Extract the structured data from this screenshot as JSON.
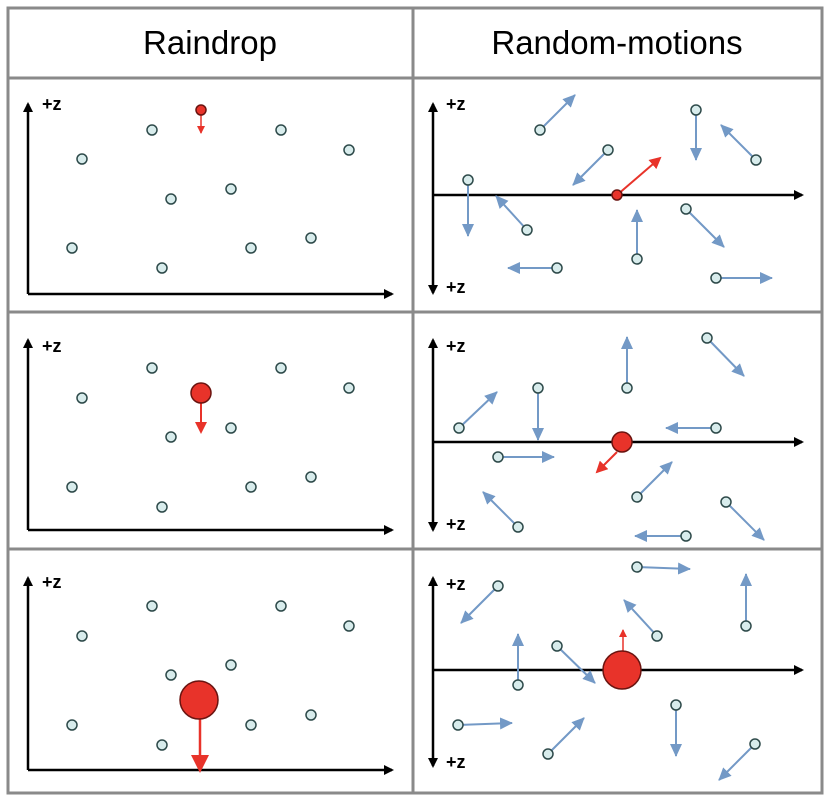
{
  "headers": {
    "left": "Raindrop",
    "right": "Random-motions"
  },
  "axis_label": "+z",
  "colors": {
    "particle_fill": "#d8ecec",
    "particle_stroke": "#2e4a4a",
    "drop_fill": "#e8332a",
    "drop_stroke": "#6a1410",
    "motion_arrow": "#7399c6",
    "drop_arrow": "#e8332a",
    "grid_line": "#8a8a8a",
    "axis": "#000000"
  },
  "icons": {
    "axis_arrow": "arrow-head-icon",
    "particle": "circle-icon"
  },
  "rows": [
    {
      "stage": 1,
      "drop_size": "small",
      "drop_arrow_size": "small"
    },
    {
      "stage": 2,
      "drop_size": "medium",
      "drop_arrow_size": "medium"
    },
    {
      "stage": 3,
      "drop_size": "large",
      "drop_arrow_size": "large"
    }
  ]
}
